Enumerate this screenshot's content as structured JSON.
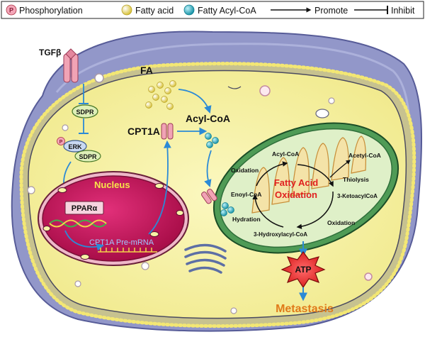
{
  "legend": {
    "phosphorylation_symbol": "P",
    "phosphorylation": "Phosphorylation",
    "fatty_acid": "Fatty acid",
    "fatty_acyl_coa": "Fatty Acyl-CoA",
    "promote": "Promote",
    "inhibit": "Inhibit"
  },
  "labels": {
    "tgfb": "TGFβ",
    "sdpr": "SDPR",
    "erk": "ERK",
    "erk_sdpr": "SDPR",
    "p_symbol": "P",
    "fa": "FA",
    "cpt1a": "CPT1A",
    "acyl_coa": "Acyl-CoA",
    "nucleus": "Nucleus",
    "ppara": "PPARα",
    "pre_mrna": "CPT1A Pre-mRNA",
    "atp": "ATP",
    "metastasis": "Metastasis"
  },
  "cycle": {
    "title_line1": "Fatty Acid",
    "title_line2": "Oxidation",
    "acyl_coa": "Acyl-CoA",
    "oxidation_top": "Oxidation",
    "acetyl_coa": "Acetyl-CoA",
    "enoyl_coa": "Enoyl-CoA",
    "thiolysis": "Thiolysis",
    "ketoacyl": "3-KetoacylCoA",
    "hydration": "Hydration",
    "oxidation_bottom": "Oxidation",
    "hydroxyacyl": "3-Hydroxylacyl-CoA"
  },
  "colors": {
    "phospho": "#f4a6b8",
    "fatty_acid": "#f7e64a",
    "acyl_coa": "#2fb3c7",
    "cytoplasm": "#f7f3a6",
    "cell_outer": "#8a8fc4",
    "nucleus": "#c8155a",
    "mito_outer": "#1f7a3a",
    "mito_inner": "#e6f2d0",
    "arrow_blue": "#2b8ad6",
    "red_text": "#e02020",
    "orange_text": "#e07a1a"
  }
}
